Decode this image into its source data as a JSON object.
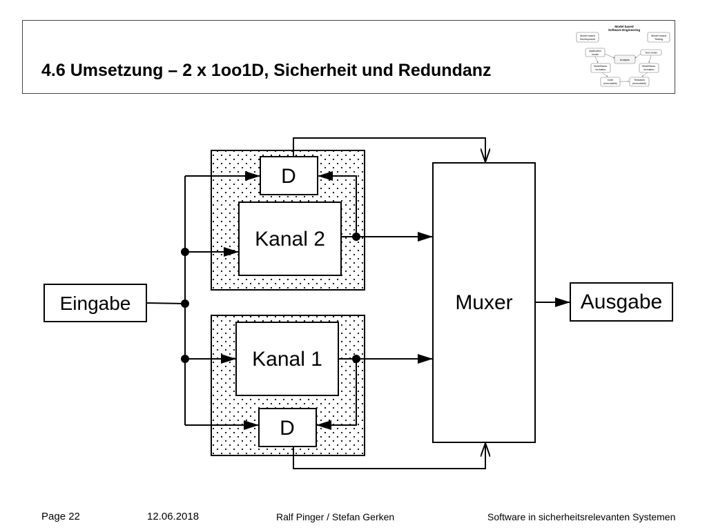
{
  "header": {
    "title": "4.6 Umsetzung – 2 x 1oo1D, Sicherheit und Redundanz",
    "mini_diagram": {
      "title_line1": "Model based",
      "title_line2": "Software Engineering",
      "mbd_line1": "Model based",
      "mbd_line2": "Development",
      "mbt_line1": "Model based",
      "mbt_line2": "Testing",
      "app_model_line1": "Application",
      "app_model_line2": "model",
      "test_model": "Test model",
      "analysis": "Analysis",
      "mt_left_line1": "Modelltrans-",
      "mt_left_line2": "formation",
      "mt_right_line1": "Modelltrans-",
      "mt_right_line2": "formation",
      "code_line1": "Code",
      "code_line2": "(executable)",
      "testcases_line1": "Testcases",
      "testcases_line2": "(executable)"
    }
  },
  "diagram": {
    "eingabe": "Eingabe",
    "ausgabe": "Ausgabe",
    "muxer": "Muxer",
    "kanal2": "Kanal 2",
    "kanal1": "Kanal 1",
    "diag_top": "D",
    "diag_bottom": "D"
  },
  "footer": {
    "page": "Page 22",
    "date": "12.06.2018",
    "authors": "Ralf Pinger / Stefan Gerken",
    "course": "Software in sicherheitsrelevanten Systemen"
  }
}
